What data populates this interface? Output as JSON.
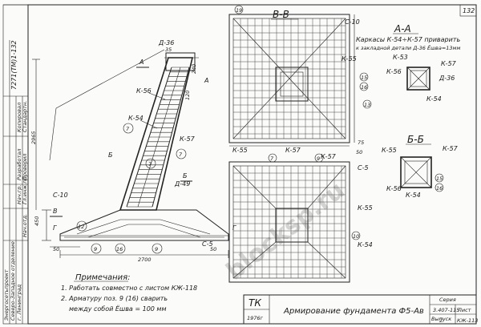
{
  "sheet_number": "132",
  "side_stamp": "7271(ТМ)1-132",
  "section_bb": "В-В",
  "section_aa": "А-А",
  "section_b6": "Б-Б",
  "note_carcass": "Каркасы К-54÷К-57 приварить",
  "note_carcass2": "к закладной детали Д-36 Ёшва=13мм",
  "labels": {
    "c10": "С-10",
    "c5": "С-5",
    "k53": "К-53",
    "k54": "К-54",
    "k55": "К-55",
    "k56": "К-56",
    "k57": "К-57",
    "d36": "Д-36",
    "d49": "Д-49",
    "a": "А",
    "b": "Б",
    "v": "В",
    "g": "Г"
  },
  "marks": {
    "m7": "7",
    "m9": "9",
    "m10": "10",
    "m12": "12",
    "m13": "13",
    "m15": "15",
    "m16": "16",
    "m19": "19",
    "m11": "11"
  },
  "dims": {
    "d2700": "2700",
    "d2965": "2965",
    "d450": "450",
    "d50": "50",
    "d75": "75",
    "d240": "240",
    "d200": "200",
    "d120": "120",
    "d35": "35"
  },
  "notes_title": "Примечания:",
  "note1": "1. Работать совместно с листом КЖ-118",
  "note2": "2. Арматуру поз. 9 (16) сварить",
  "note3": "между собой  Ёшва = 100 мм",
  "title_block": {
    "code": "ТК",
    "year": "1976г",
    "title": "Армирование фундамента Ф5-Ав",
    "series": "Серия",
    "series_no": "3.407-115",
    "issue": "Выпуск",
    "sheet_label": "Лист",
    "issue_no": "2",
    "sheet_no": "КЖ-113"
  },
  "side_table": {
    "org1": "Энергосетьпроект",
    "org2": "Северо-Западное отделение",
    "org3": "г. Ленинград",
    "r1": "Нач.отд.",
    "r2": "Гл.инж.пр.",
    "r3": "Нач.гр.",
    "r4": "Проверил",
    "r5": "Разработал",
    "r6": "Стандартн.",
    "r7": "Копировал"
  },
  "watermark": "blocksp.ru"
}
